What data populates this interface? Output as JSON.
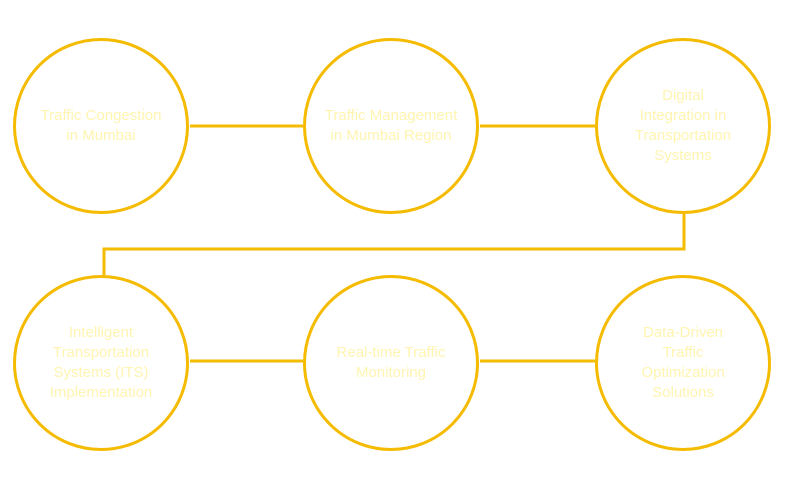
{
  "diagram": {
    "stroke_color": "#f4bb00",
    "text_color": "#fff4b0",
    "nodes": [
      {
        "label": "Traffic Congestion\nin Mumbai"
      },
      {
        "label": "Traffic Management\nin Mumbai Region"
      },
      {
        "label": "Digital\nIntegration in\nTransportation\nSystems"
      },
      {
        "label": "Intelligent\nTransportation\nSystems (ITS)\nImplementation"
      },
      {
        "label": "Real-time Traffic\nMonitoring"
      },
      {
        "label": "Data-Driven\nTraffic\nOptimization\nSolutions"
      }
    ]
  }
}
